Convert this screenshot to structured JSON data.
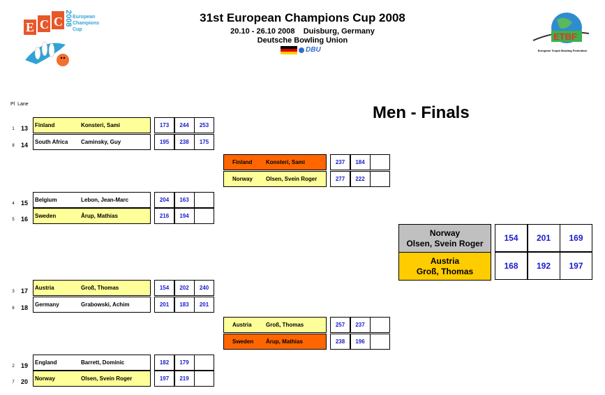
{
  "header": {
    "title": "31st European Champions Cup 2008",
    "dates_location": "20.10 - 26.10 2008    Duisburg, Germany",
    "organizer": "Deutsche Bowling Union",
    "logo_left_text": "ECC",
    "logo_left_year": "2008",
    "logo_left_caption": "European Champions Cup",
    "logo_right_text": "ETBF",
    "logo_right_caption": "European Tenpin Bowling Federation",
    "flag_badge": "DBU"
  },
  "colors": {
    "yellow": "#ffff99",
    "orange": "#ff6600",
    "gray": "#c0c0c0",
    "gold": "#ffcc00",
    "score_blue": "#1a1acc"
  },
  "section_title": "Men - Finals",
  "column_header": "Pl  Lane",
  "round1": [
    {
      "pl": "1",
      "lane": "13",
      "country": "Finland",
      "name": "Konsteri, Sami",
      "scores": [
        "173",
        "244",
        "253"
      ],
      "color": "#ffff99"
    },
    {
      "pl": "8",
      "lane": "14",
      "country": "South Africa",
      "name": "Caminsky, Guy",
      "scores": [
        "195",
        "238",
        "175"
      ],
      "color": "#ffffff"
    },
    {
      "pl": "4",
      "lane": "15",
      "country": "Belgium",
      "name": "Lebon, Jean-Marc",
      "scores": [
        "204",
        "163",
        ""
      ],
      "color": "#ffffff"
    },
    {
      "pl": "5",
      "lane": "16",
      "country": "Sweden",
      "name": "Årup, Mathias",
      "scores": [
        "216",
        "194",
        ""
      ],
      "color": "#ffff99"
    },
    {
      "pl": "3",
      "lane": "17",
      "country": "Austria",
      "name": "Groß, Thomas",
      "scores": [
        "154",
        "202",
        "240"
      ],
      "color": "#ffff99"
    },
    {
      "pl": "6",
      "lane": "18",
      "country": "Germany",
      "name": "Grabowski, Achim",
      "scores": [
        "201",
        "183",
        "201"
      ],
      "color": "#ffffff"
    },
    {
      "pl": "2",
      "lane": "19",
      "country": "England",
      "name": "Barrett, Dominic",
      "scores": [
        "182",
        "179",
        ""
      ],
      "color": "#ffffff"
    },
    {
      "pl": "7",
      "lane": "20",
      "country": "Norway",
      "name": "Olsen, Svein Roger",
      "scores": [
        "197",
        "219",
        ""
      ],
      "color": "#ffff99"
    }
  ],
  "semis": [
    {
      "country": "Finland",
      "name": "Konsteri, Sami",
      "scores": [
        "237",
        "184",
        ""
      ],
      "color": "#ff6600"
    },
    {
      "country": "Norway",
      "name": "Olsen, Svein Roger",
      "scores": [
        "277",
        "222",
        ""
      ],
      "color": "#ffff99"
    },
    {
      "country": "Austria",
      "name": "Groß, Thomas",
      "scores": [
        "257",
        "237",
        ""
      ],
      "color": "#ffff99"
    },
    {
      "country": "Sweden",
      "name": "Årup, Mathias",
      "scores": [
        "238",
        "196",
        ""
      ],
      "color": "#ff6600"
    }
  ],
  "final": [
    {
      "country": "Norway",
      "name": "Olsen, Svein Roger",
      "scores": [
        "154",
        "201",
        "169"
      ],
      "color": "#c0c0c0"
    },
    {
      "country": "Austria",
      "name": "Groß, Thomas",
      "scores": [
        "168",
        "192",
        "197"
      ],
      "color": "#ffcc00"
    }
  ]
}
